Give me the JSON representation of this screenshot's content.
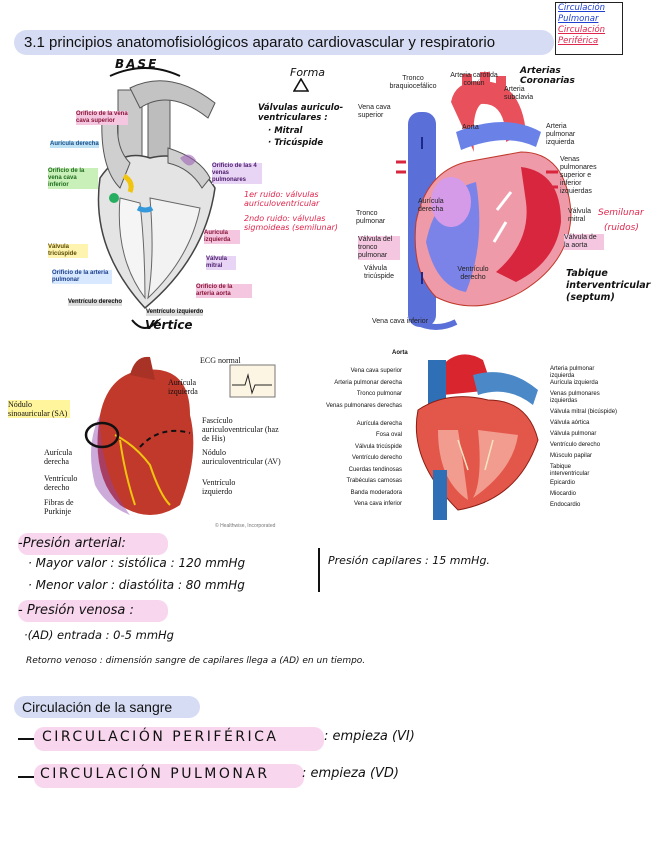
{
  "corner": {
    "line1": "Circulación",
    "line2": "Pulmonar",
    "line3": "Circulación",
    "line4": "Periférica",
    "color_blue": "#1f3fd1",
    "color_red": "#e0264d"
  },
  "title": "3.1 principios anatomofisiológicos aparato cardiovascular y respiratorio",
  "diagram1": {
    "base": "BASE",
    "vertice": "Vértice",
    "labels": {
      "orificio_vcs": "Orificio de la vena cava superior",
      "auricula_derecha": "Aurícula derecha",
      "orificio_vci": "Orificio de la vena cava inferior",
      "valvula_tricuspide": "Válvula tricúspide",
      "orificio_pulmonar": "Orificio de la arteria pulmonar",
      "ventriculo_derecho": "Ventrículo derecho",
      "orificio_4_venas": "Orificio de las 4 venas pulmonares",
      "auricula_izquierda": "Aurícula izquierda",
      "valvula_mitral": "Válvula mitral",
      "orificio_aorta": "Orificio de la arteria aorta",
      "ventriculo_izquierdo": "Ventrículo izquierdo"
    }
  },
  "notes_mid": {
    "forma": "Forma",
    "valvulas": "Válvulas auriculo-ventriculares :",
    "mitral": "· Mitral",
    "tricuspide": "· Tricúspide",
    "ruido1": "1er ruido: válvulas auriculoventricular",
    "ruido2": "2ndo ruido: válvulas sigmoideas (semilunar)",
    "arterias_coronarias": "Arterias Coronarias",
    "semilunar": "Semilunar",
    "ruidos": "(ruidos)",
    "tabique": "Tabique interventricular (septum)"
  },
  "diagram2": {
    "labels": {
      "tronco_braquiocefalico": "Tronco braquiocefálico",
      "arteria_carotida": "Arteria carótida común",
      "arteria_subclavia": "Arteria subclavia",
      "vena_cava_superior": "Vena cava superior",
      "aorta": "Aorta",
      "arteria_pulmonar_izquierda": "Arteria pulmonar izquierda",
      "venas_pulmonares": "Venas pulmonares superior e inferior izquierdas",
      "auricula_derecha": "Aurícula derecha",
      "tronco_pulmonar": "Tronco pulmonar",
      "valvula_tronco_pulmonar": "Válvula del tronco pulmonar",
      "valvula_mitral": "Válvula mitral",
      "valvula_aorta": "Válvula de la aorta",
      "valvula_tricuspide": "Válvula tricúspide",
      "ventriculo_derecho": "Ventrículo derecho",
      "vena_cava_inferior": "Vena cava inferior"
    }
  },
  "diagram3": {
    "ecg": "ECG normal",
    "nodulo_sa": "Nódulo sinoauricular (SA)",
    "auricula_izquierda": "Aurícula izquierda",
    "fasciculo": "Fascículo auriculoventricular (haz de His)",
    "nodulo_av": "Nódulo auriculoventricular (AV)",
    "ventriculo_izquierdo": "Ventrículo izquierdo",
    "auricula_derecha": "Aurícula derecha",
    "ventriculo_derecho": "Ventrículo derecho",
    "fibras": "Fibras de Purkinje",
    "credit": "© Healthwise, Incorporated"
  },
  "diagram4": {
    "aorta": "Aorta",
    "left": [
      "Vena cava superior",
      "Arteria pulmonar derecha",
      "Tronco pulmonar",
      "Venas pulmonares derechas",
      "Aurícula derecha",
      "Fosa oval",
      "Válvula tricúspide",
      "Ventrículo derecho",
      "Cuerdas tendinosas",
      "Trabéculas carnosas",
      "Banda moderadora",
      "Vena cava inferior"
    ],
    "right": [
      "Arteria pulmonar izquierda",
      "Aurícula izquierda",
      "Venas pulmonares izquierdas",
      "Válvula mitral (bicúspide)",
      "Válvula aórtica",
      "Válvula pulmonar",
      "Ventrículo derecho",
      "Músculo papilar",
      "Tabique interventricular",
      "Epicardio",
      "Miocardio",
      "Endocardio"
    ]
  },
  "presion": {
    "arterial_title": "-Presión arterial:",
    "mayor": "· Mayor valor : sistólica : 120 mmHg",
    "menor": "· Menor valor : diastólita : 80 mmHg",
    "capilares": "Presión capilares : 15 mmHg.",
    "venosa_title": "- Presión venosa :",
    "ad": "·(AD) entrada : 0-5 mmHg",
    "retorno": "Retorno venoso : dimensión sangre de capilares llega a (AD) en un tiempo."
  },
  "circulacion": {
    "heading": "Circulación de la sangre",
    "periferica_label": "CIRCULACIÓN PERIFÉRICA",
    "periferica_rest": ": empieza (VI)",
    "pulmonar_label": "CIRCULACIÓN PULMONAR",
    "pulmonar_rest": ": empieza (VD)"
  }
}
